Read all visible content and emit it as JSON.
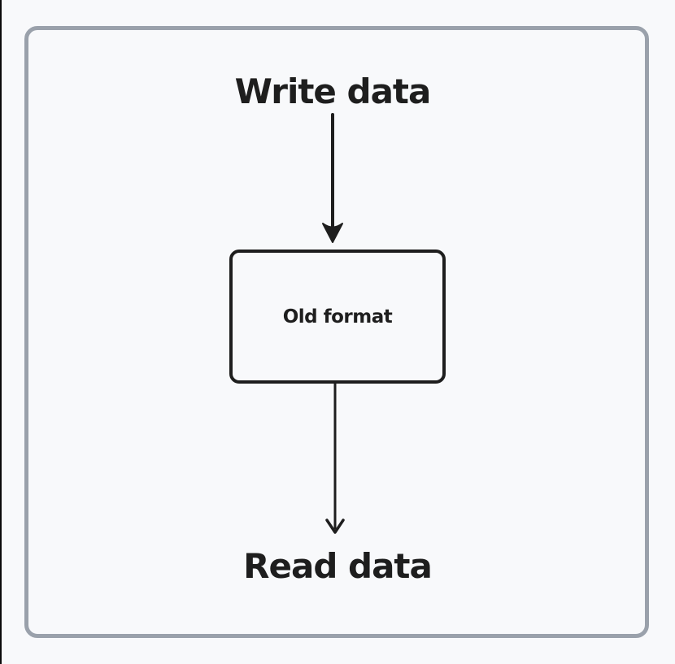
{
  "canvas": {
    "background_color": "#f8f9fb",
    "frame_border_color": "#9aa1ab",
    "stroke_color": "#1e1e1e",
    "edge_bar_color": "#0a0a0a"
  },
  "diagram": {
    "write_label": "Write data",
    "node": {
      "label": "Old format"
    },
    "read_label": "Read data",
    "arrows": [
      {
        "name": "write-to-node-arrow",
        "direction": "down"
      },
      {
        "name": "node-to-read-arrow",
        "direction": "down"
      }
    ]
  }
}
